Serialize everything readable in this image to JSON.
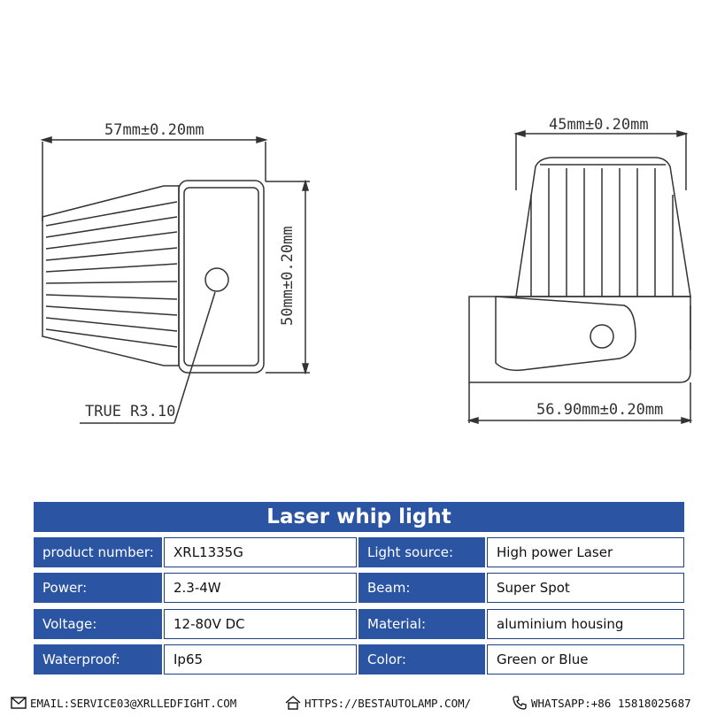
{
  "drawing": {
    "left_width": "57mm±0.20mm",
    "left_height": "50mm±0.20mm",
    "radius_note": "TRUE R3.10",
    "right_width_top": "45mm±0.20mm",
    "right_width_bottom": "56.90mm±0.20mm"
  },
  "table": {
    "title": "Laser whip light",
    "rows": [
      {
        "label1": "product number:",
        "value1": "XRL1335G",
        "label2": "Light source:",
        "value2": "High power Laser"
      },
      {
        "label1": "Power:",
        "value1": "2.3-4W",
        "label2": "Beam:",
        "value2": "Super Spot"
      },
      {
        "label1": "Voltage:",
        "value1": "12-80V DC",
        "label2": "Material:",
        "value2": "aluminium housing"
      },
      {
        "label1": "Waterproof:",
        "value1": "Ip65",
        "label2": "Color:",
        "value2": "Green or Blue"
      }
    ]
  },
  "footer": {
    "email": "EMAIL:SERVICE03@XRLLEDFIGHT.COM",
    "website": "HTTPS://BESTAUTOLAMP.COM/",
    "whatsapp": "WHATSAPP:+86 15818025687"
  }
}
